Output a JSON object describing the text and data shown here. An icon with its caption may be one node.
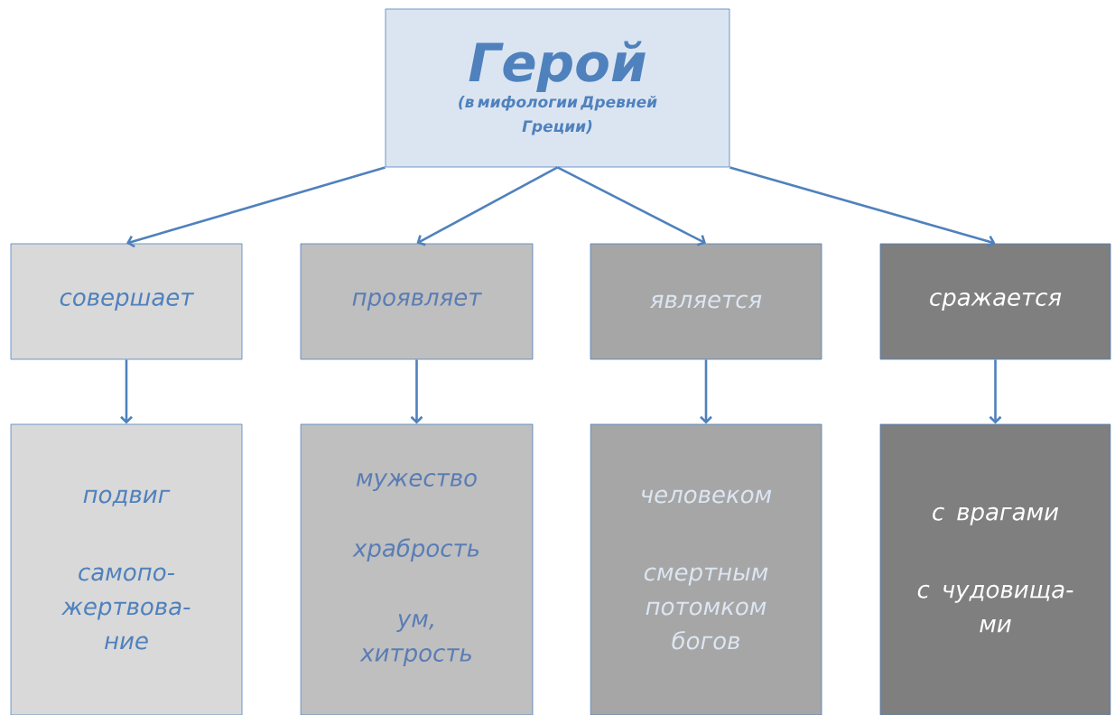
{
  "diagram": {
    "nodes": [
      {
        "text": [
          "Герой",
          "(в мифологии Древней Греции)"
        ]
      },
      {
        "text": [
          "совершает"
        ]
      },
      {
        "text": [
          "проявляет"
        ]
      },
      {
        "text": [
          "является"
        ]
      },
      {
        "text": [
          "сражается"
        ]
      },
      {
        "text": [
          "подвиг",
          "самопо- жертвова- ние"
        ]
      },
      {
        "text": [
          "мужество",
          "храбрость",
          "ум, хитрость"
        ]
      },
      {
        "text": [
          "человеком",
          "смертным потомком богов"
        ]
      },
      {
        "text": [
          "с врагами",
          "с чудовища- ми"
        ]
      }
    ],
    "edges": [
      {
        "from": 0,
        "to": 1,
        "arrow": "to"
      },
      {
        "from": 0,
        "to": 2,
        "arrow": "to"
      },
      {
        "from": 0,
        "to": 3,
        "arrow": "to"
      },
      {
        "from": 0,
        "to": 4,
        "arrow": "to"
      },
      {
        "from": 1,
        "to": 5,
        "arrow": "to"
      },
      {
        "from": 2,
        "to": 6,
        "arrow": "to"
      },
      {
        "from": 3,
        "to": 7,
        "arrow": "to"
      },
      {
        "from": 4,
        "to": 8,
        "arrow": "to"
      }
    ]
  }
}
